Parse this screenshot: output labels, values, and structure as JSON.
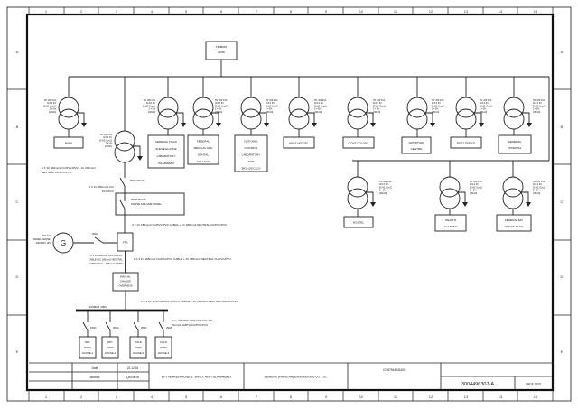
{
  "frame": {
    "columns": [
      "1",
      "2",
      "3",
      "4",
      "5",
      "6",
      "7",
      "8",
      "9",
      "10",
      "11",
      "12",
      "13",
      "14",
      "15"
    ],
    "rows": [
      "A",
      "B",
      "C",
      "D",
      "E"
    ]
  },
  "source": {
    "label": "TRIMMU\nGRID"
  },
  "transformer_spec": "TR: 200 KVA\n11/0.4 KV\n50 HZ, Dyn11\nZ = 5%\n(ONAN)",
  "loads_row1": [
    "BANK",
    "FEDERAL FIELD\nSURVEILLANCE\nLABORATORY\nISLAMABAD",
    "FEDERAL\nMEDICAL AND\nDENTAL\nCOLLEGE",
    "NATIONAL\nCONTROL\nLABORATORY\nFOR\nBIOLOGICALS",
    "MALE HOSTEL",
    "GOVT COLONY",
    "NUTRITION\nCENTRE",
    "POST OFFICE",
    "GENERAL\nHOSPITAL"
  ],
  "loads_row2": [
    "HOSTEL",
    "HEALTH\nACADEMY",
    "FEDERAL EPI\nOFFICE BLDG"
  ],
  "lv": {
    "hv_cable_note": "3 X 1C 400mm2 CU/PVC/PVC+ 1C 400mm2\nNEUTRAL CU/PVC/PVC",
    "mccb1_label": "800A MCCB",
    "lv_cable_note": "4 X 1C 150mm2 CU/\nPVC/PVC",
    "phase_panel_label": "600A MCCB\nPHASE FAILURE PANEL",
    "cable_note_1": "3 X 1C 185mm2 CU/PVC/PVC CABLE + 1C 185mm2 NEUTRAL CU/PVC/PVC",
    "ats_label": "ATS",
    "gen_letter": "G",
    "genset_note": "500 KVA\nDIESEL GENSET\n400/230V, 3PH",
    "gen_breaker": "600A",
    "gen_cable_note": "2 X 3 1C 185mm2 CU/PVC/PVC\nCABLE+ 1C 185mm2 NEUTRAL\nCU/PVC/PVC + 185mm2 EARTH",
    "cable_note_2": "2 X 3 1C 185mm2 CU/PVC/PVC CABLE + 1C 185mm2 NEUTRAL CU/PVC/PVC",
    "changeover_label": "MANUAL\nCHANGE\nOVER 600A",
    "cable_note_3": "2 X 3 1C 185mm2 CU/PVC/PVC CABLE + 1C 185mm2 NEUTRAL CU/PVC/PVC",
    "busbar_label": "BUSBAR 400V",
    "feeder_cable_note": "4 C , 150mm2 CU/PVC/PVC+ 1 C\n70mm2 EARTH CU/PVC/PVC",
    "feeders": [
      {
        "rating": "150A",
        "load": "DRY\nWARE\nHOUSE-1"
      },
      {
        "rating": "200A",
        "load": "DRY\nWARE\nHOUSE-2"
      },
      {
        "rating": "250A",
        "load": "COLD\nWARE\nHOUSE-3"
      },
      {
        "rating": "250A",
        "load": "COLD\nWARE\nHOUSE-4"
      }
    ]
  },
  "title_block": {
    "date_label": "Date",
    "date_value": "22.12.15",
    "worked_label": "Worked",
    "worked_value": "QASIM M",
    "project": "EPI WAREHOUSES, WHO, NIH ISLAMABAD",
    "company": "SIEMENS (PAKISTAN) ENGINEERING CO. LTD.",
    "doc_id": "IC987944843191",
    "drawing_number": "3004496307-A",
    "page": "PAGE 01/01"
  }
}
